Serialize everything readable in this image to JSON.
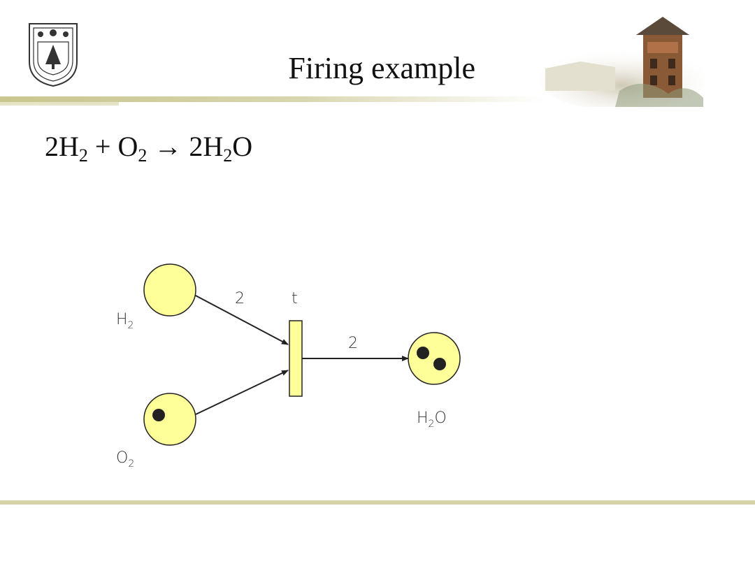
{
  "slide": {
    "title": "Firing example"
  },
  "equation": {
    "coef1": "2",
    "species1": "H",
    "sub1": "2",
    "plus": "+",
    "species2": "O",
    "sub2": "2",
    "arrow": "→",
    "coef3": "2",
    "species3a": "H",
    "sub3": "2",
    "species3b": "O"
  },
  "net": {
    "places": [
      {
        "id": "h2",
        "label_main": "H",
        "label_sub": "2",
        "label_tail": "",
        "tokens": 0
      },
      {
        "id": "o2",
        "label_main": "O",
        "label_sub": "2",
        "label_tail": "",
        "tokens": 1
      },
      {
        "id": "h2o",
        "label_main": "H",
        "label_sub": "2",
        "label_tail": "O",
        "tokens": 2
      }
    ],
    "transition": {
      "label": "t"
    },
    "arcs": [
      {
        "from": "h2",
        "to": "t",
        "weight": "2"
      },
      {
        "from": "o2",
        "to": "t",
        "weight": ""
      },
      {
        "from": "t",
        "to": "h2o",
        "weight": "2"
      }
    ]
  },
  "colors": {
    "place_fill": "#ffff99",
    "transition_fill": "#ffff99",
    "stroke": "#222222",
    "token": "#222222",
    "rule": "#d5d3a7"
  },
  "icons": {
    "logo": "nanjing-university-seal-icon",
    "banner": "campus-building-image"
  }
}
